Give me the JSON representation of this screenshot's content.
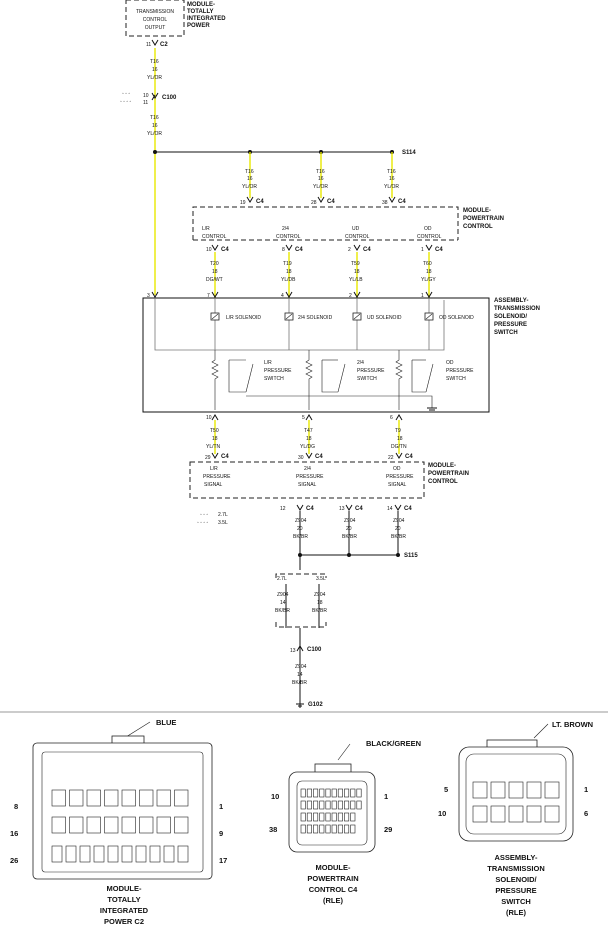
{
  "module_top": {
    "lines": [
      "TRANSMISSION",
      "CONTROL",
      "OUTPUT"
    ],
    "name_lines": [
      "MODULE-",
      "TOTALLY",
      "INTEGRATED",
      "POWER"
    ],
    "pin": "11",
    "conn": "C2"
  },
  "wire_t16": [
    "T16",
    "16",
    "YL/OR"
  ],
  "c100_top": {
    "pins": [
      "10",
      "11"
    ],
    "conn": "C100"
  },
  "s114": "S114",
  "branch_pins": [
    {
      "pin": "19",
      "conn": "C4"
    },
    {
      "pin": "28",
      "conn": "C4"
    },
    {
      "pin": "38",
      "conn": "C4"
    }
  ],
  "pcm_top": {
    "name_lines": [
      "MODULE-",
      "POWERTRAIN",
      "CONTROL"
    ],
    "controls": [
      [
        "L/R",
        "CONTROL"
      ],
      [
        "2/4",
        "CONTROL"
      ],
      [
        "UD",
        "CONTROL"
      ],
      [
        "OD",
        "CONTROL"
      ]
    ],
    "pins": [
      "10",
      "8",
      "2",
      "1"
    ],
    "conn": "C4"
  },
  "solenoid_wires": [
    [
      "T20",
      "18",
      "DG/WT"
    ],
    [
      "T19",
      "18",
      "YL/DB"
    ],
    [
      "T59",
      "18",
      "YL/LB"
    ],
    [
      "T60",
      "18",
      "YL/GY"
    ]
  ],
  "asm_top_pins": [
    "3",
    "7",
    "4",
    "2",
    "1"
  ],
  "assembly": {
    "name_lines": [
      "ASSEMBLY-",
      "TRANSMISSION",
      "SOLENOID/",
      "PRESSURE",
      "SWITCH"
    ],
    "solenoids": [
      "L/R SOLENOID",
      "2/4 SOLENOID",
      "UD SOLENOID",
      "OD SOLENOID"
    ],
    "switches": [
      [
        "L/R",
        "PRESSURE",
        "SWITCH"
      ],
      [
        "2/4",
        "PRESSURE",
        "SWITCH"
      ],
      [
        "OD",
        "PRESSURE",
        "SWITCH"
      ]
    ],
    "bottom_pins": [
      "10",
      "5",
      "6"
    ]
  },
  "signal_wires": [
    [
      "T50",
      "18",
      "YL/TN"
    ],
    [
      "T47",
      "18",
      "YL/DG"
    ],
    [
      "T9",
      "18",
      "DG/TN"
    ]
  ],
  "pcm_bottom": {
    "pins": [
      "29",
      "30",
      "22"
    ],
    "conn": "C4",
    "signals": [
      [
        "L/R",
        "PRESSURE",
        "SIGNAL"
      ],
      [
        "2/4",
        "PRESSURE",
        "SIGNAL"
      ],
      [
        "OD",
        "PRESSURE",
        "SIGNAL"
      ]
    ],
    "name_lines": [
      "MODULE-",
      "POWERTRAIN",
      "CONTROL"
    ]
  },
  "legend": [
    {
      "dots": "◦ ◦ ◦",
      "label": "2.7L"
    },
    {
      "dots": "◦ ◦ ◦ ◦",
      "label": "3.5L"
    }
  ],
  "ground_pins": [
    "12",
    "13",
    "14"
  ],
  "ground_wire": [
    "Z904",
    "20",
    "BK/BR"
  ],
  "s115": "S115",
  "engines": [
    "2.7L",
    "3.5L"
  ],
  "eng_wires": [
    [
      "Z904",
      "14",
      "BK/BR"
    ],
    [
      "Z904",
      "18",
      "BK/BR"
    ]
  ],
  "c100_bottom": {
    "pin": "13",
    "conn": "C100"
  },
  "final_wire": [
    "Z904",
    "14",
    "BK/BR"
  ],
  "ground": "G102",
  "connectors": {
    "c2": {
      "color": "BLUE",
      "pins": [
        "8",
        "1",
        "16",
        "9",
        "26",
        "17"
      ],
      "caption": [
        "MODULE-",
        "TOTALLY",
        "INTEGRATED",
        "POWER C2"
      ]
    },
    "c4": {
      "color": "BLACK/GREEN",
      "pins": [
        "10",
        "1",
        "38",
        "29"
      ],
      "caption": [
        "MODULE-",
        "POWERTRAIN",
        "CONTROL C4",
        "(RLE)"
      ]
    },
    "asm": {
      "color": "LT. BROWN",
      "pins": [
        "5",
        "1",
        "10",
        "6"
      ],
      "caption": [
        "ASSEMBLY-",
        "TRANSMISSION",
        "SOLENOID/",
        "PRESSURE",
        "SWITCH",
        "(RLE)"
      ]
    }
  }
}
